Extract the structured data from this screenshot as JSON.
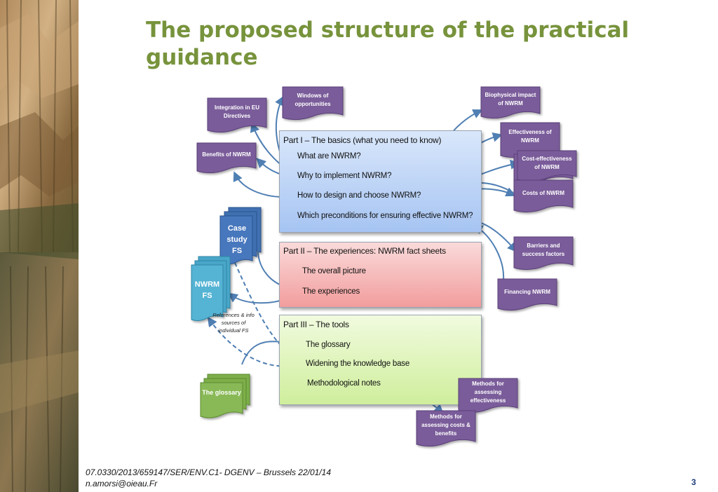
{
  "slide": {
    "title": "The proposed structure of the practical guidance",
    "footer_line1": "07.0330/2013/659147/SER/ENV.C1- DGENV – Brussels 22/01/14",
    "footer_line2": "n.amorsi@oieau.Fr",
    "page_number": "3"
  },
  "part1": {
    "heading": "Part I – The basics (what you need to know)",
    "items": [
      "What are NWRM?",
      "Why to implement NWRM?",
      "How to design and choose NWRM?",
      "Which preconditions for ensuring effective NWRM?"
    ]
  },
  "part2": {
    "heading": "Part II – The experiences: NWRM fact sheets",
    "items": [
      "The overall picture",
      "The experiences"
    ]
  },
  "part3": {
    "heading": "Part III – The tools",
    "items": [
      "The glossary",
      "Widening the knowledge base",
      "Methodological notes"
    ]
  },
  "docs": {
    "integration": "Integration in EU Directives",
    "windows": "Windows of opportunities",
    "benefits": "Benefits of NWRM",
    "biophysical": "Biophysical impact of NWRM",
    "effectiveness": "Effectiveness of NWRM",
    "cost_effectiveness": "Cost-effectiveness of NWRM",
    "costs": "Costs of NWRM",
    "barriers": "Barriers and success factors",
    "financing": "Financing NWRM",
    "methods_effectiveness": "Methods for assessing effectiveness",
    "methods_costs": "Methods for assessing costs & benefits"
  },
  "stacks": {
    "case_study": "Case study FS",
    "nwrm_fs": "NWRM FS",
    "glossary": "The glossary"
  },
  "refs_note": "References & info sources of individual FS",
  "colors": {
    "title": "#77933c",
    "doc_purple": "#7a5c9a",
    "arrow_blue": "#4f7fb3",
    "case_blue": "#3f6fb0",
    "nwrm_teal": "#4aa6c8",
    "glossary_green": "#7dae4a"
  }
}
